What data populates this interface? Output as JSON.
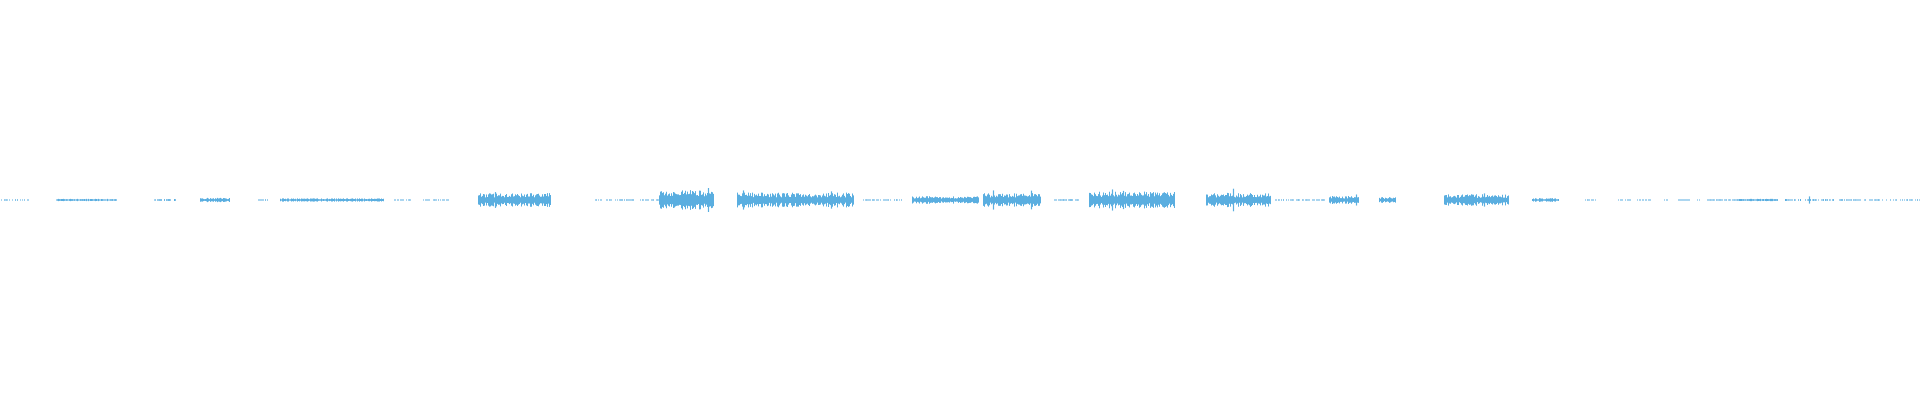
{
  "waveform": {
    "color": "#5aaee0",
    "background": "#ffffff",
    "centerline_visible": true,
    "bursts": [
      {
        "start": 0.0,
        "end": 0.016,
        "amplitude": 0.06
      },
      {
        "start": 0.029,
        "end": 0.061,
        "amplitude": 0.1
      },
      {
        "start": 0.08,
        "end": 0.092,
        "amplitude": 0.08
      },
      {
        "start": 0.104,
        "end": 0.12,
        "amplitude": 0.18
      },
      {
        "start": 0.134,
        "end": 0.14,
        "amplitude": 0.06
      },
      {
        "start": 0.146,
        "end": 0.2,
        "amplitude": 0.14
      },
      {
        "start": 0.205,
        "end": 0.214,
        "amplitude": 0.05
      },
      {
        "start": 0.22,
        "end": 0.234,
        "amplitude": 0.05
      },
      {
        "start": 0.249,
        "end": 0.287,
        "amplitude": 0.58
      },
      {
        "start": 0.31,
        "end": 0.343,
        "amplitude": 0.06
      },
      {
        "start": 0.343,
        "end": 0.372,
        "amplitude": 0.86
      },
      {
        "start": 0.384,
        "end": 0.445,
        "amplitude": 0.62
      },
      {
        "start": 0.449,
        "end": 0.47,
        "amplitude": 0.06
      },
      {
        "start": 0.475,
        "end": 0.51,
        "amplitude": 0.32
      },
      {
        "start": 0.512,
        "end": 0.542,
        "amplitude": 0.58
      },
      {
        "start": 0.549,
        "end": 0.562,
        "amplitude": 0.06
      },
      {
        "start": 0.567,
        "end": 0.612,
        "amplitude": 0.7
      },
      {
        "start": 0.628,
        "end": 0.662,
        "amplitude": 0.6
      },
      {
        "start": 0.664,
        "end": 0.69,
        "amplitude": 0.06
      },
      {
        "start": 0.692,
        "end": 0.708,
        "amplitude": 0.34
      },
      {
        "start": 0.718,
        "end": 0.727,
        "amplitude": 0.26
      },
      {
        "start": 0.752,
        "end": 0.786,
        "amplitude": 0.48
      },
      {
        "start": 0.798,
        "end": 0.812,
        "amplitude": 0.16
      },
      {
        "start": 0.824,
        "end": 0.832,
        "amplitude": 0.05
      },
      {
        "start": 0.842,
        "end": 0.86,
        "amplitude": 0.05
      },
      {
        "start": 0.866,
        "end": 0.869,
        "amplitude": 0.04
      },
      {
        "start": 0.874,
        "end": 0.88,
        "amplitude": 0.04
      },
      {
        "start": 0.884,
        "end": 0.886,
        "amplitude": 0.04
      },
      {
        "start": 0.889,
        "end": 0.905,
        "amplitude": 0.06
      },
      {
        "start": 0.905,
        "end": 0.926,
        "amplitude": 0.1
      },
      {
        "start": 0.929,
        "end": 0.955,
        "amplitude": 0.08
      },
      {
        "start": 0.958,
        "end": 1.0,
        "amplitude": 0.06
      }
    ],
    "peaks": [
      {
        "pos": 0.258,
        "amplitude": 0.66
      },
      {
        "pos": 0.284,
        "amplitude": 0.5
      },
      {
        "pos": 0.369,
        "amplitude": 1.0
      },
      {
        "pos": 0.387,
        "amplitude": 0.8
      },
      {
        "pos": 0.415,
        "amplitude": 0.55
      },
      {
        "pos": 0.433,
        "amplitude": 0.72
      },
      {
        "pos": 0.517,
        "amplitude": 0.8
      },
      {
        "pos": 0.537,
        "amplitude": 0.78
      },
      {
        "pos": 0.579,
        "amplitude": 0.88
      },
      {
        "pos": 0.585,
        "amplitude": 0.76
      },
      {
        "pos": 0.602,
        "amplitude": 0.46
      },
      {
        "pos": 0.642,
        "amplitude": 0.94
      },
      {
        "pos": 0.706,
        "amplitude": 0.46
      },
      {
        "pos": 0.773,
        "amplitude": 0.55
      },
      {
        "pos": 0.942,
        "amplitude": 0.3
      }
    ]
  }
}
